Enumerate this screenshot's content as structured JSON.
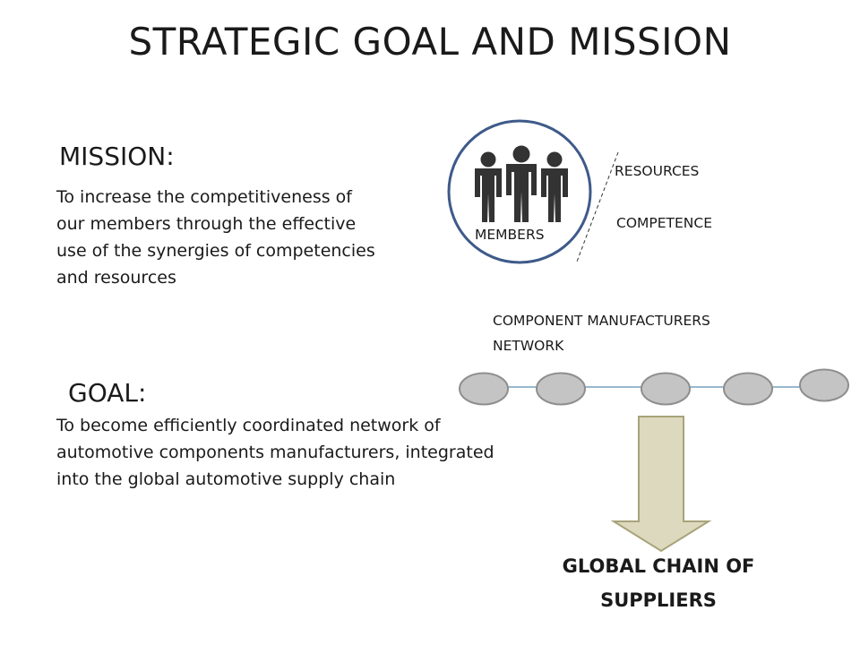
{
  "title": "STRATEGIC GOAL AND MISSION",
  "mission": {
    "heading": "MISSION:",
    "text": "To increase the competitiveness of our members through the effective use of the synergies of competencies and resources"
  },
  "goal": {
    "heading": "GOAL:",
    "text": "To become efficiently coordinated network of automotive components manufacturers, integrated into the global automotive supply chain"
  },
  "members_diagram": {
    "label": "MEMBERS",
    "resources_label": "RESOURCES",
    "competence_label": "COMPETENCE",
    "circle_color": "#3e5a8a",
    "people_color": "#333333"
  },
  "network": {
    "label_line1": "COMPONENT MANUFACTURERS",
    "label_line2": "NETWORK",
    "node_count": 5,
    "node_fill": "#c4c4c4",
    "node_stroke": "#8e8e8e",
    "link_color": "#5b8fb0"
  },
  "arrow": {
    "fill": "#dcd9be",
    "stroke": "#a8a37a"
  },
  "global_chain": {
    "line1": "GLOBAL CHAIN OF",
    "line2": "SUPPLIERS"
  }
}
